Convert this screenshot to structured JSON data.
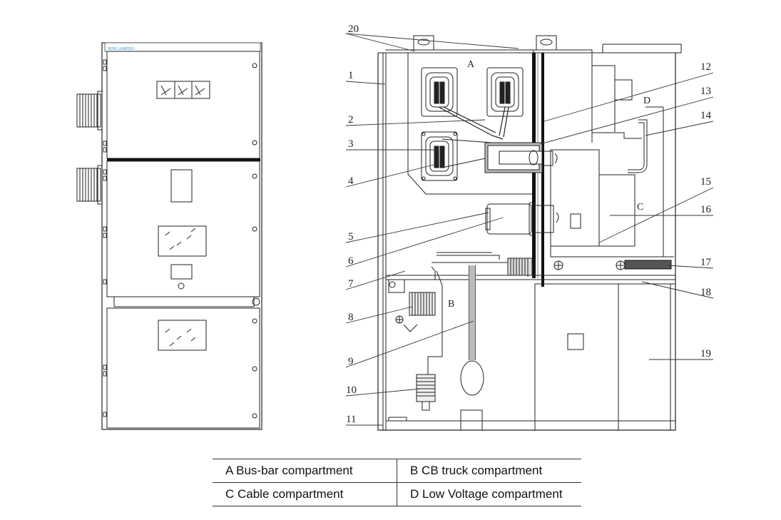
{
  "brand": "SINGAMIDO",
  "compartment_letters": {
    "a": "A",
    "b": "B",
    "c": "C",
    "d": "D"
  },
  "callouts": [
    "1",
    "2",
    "3",
    "4",
    "5",
    "6",
    "7",
    "8",
    "9",
    "10",
    "11",
    "12",
    "13",
    "14",
    "15",
    "16",
    "17",
    "18",
    "19",
    "20"
  ],
  "legend": {
    "a": "A  Bus-bar compartment",
    "b": "B  CB truck compartment",
    "c": "C  Cable compartment",
    "d": "D  Low Voltage compartment"
  }
}
